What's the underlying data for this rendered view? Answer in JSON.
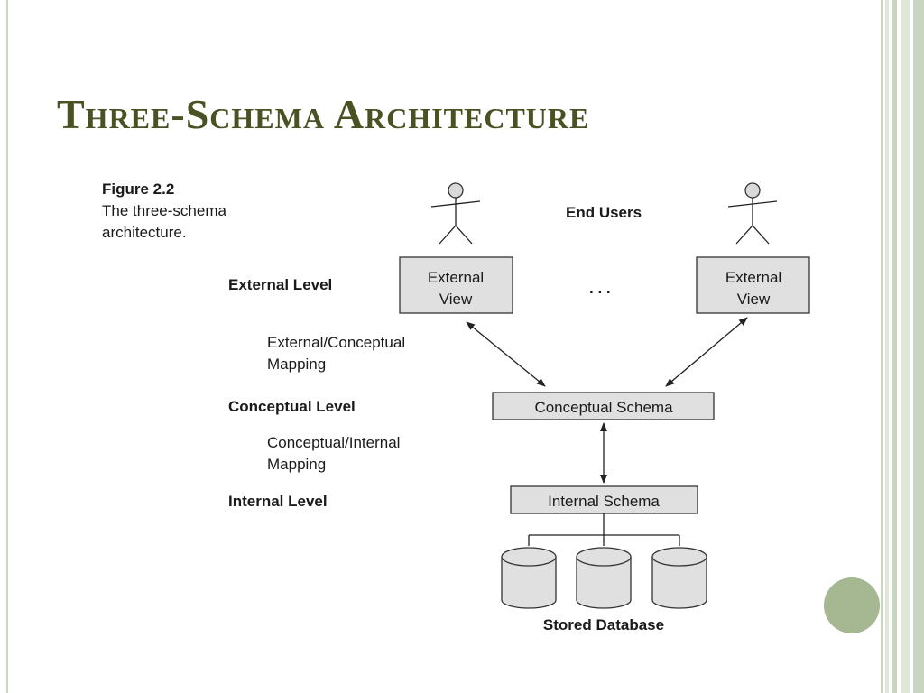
{
  "slide": {
    "title": "Three-Schema Architecture",
    "accent_color": "#4a5223",
    "decor_circle_color": "#a6b891"
  },
  "figure": {
    "caption_label": "Figure 2.2",
    "caption_line1": "The three-schema",
    "caption_line2": "architecture."
  },
  "diagram": {
    "end_users": "End Users",
    "ellipsis": ". . .",
    "external_view_line1": "External",
    "external_view_line2": "View",
    "external_level": "External Level",
    "ext_conc_mapping_line1": "External/Conceptual",
    "ext_conc_mapping_line2": "Mapping",
    "conceptual_level": "Conceptual Level",
    "conceptual_schema": "Conceptual Schema",
    "conc_int_mapping_line1": "Conceptual/Internal",
    "conc_int_mapping_line2": "Mapping",
    "internal_level": "Internal Level",
    "internal_schema": "Internal Schema",
    "stored_database": "Stored Database"
  }
}
